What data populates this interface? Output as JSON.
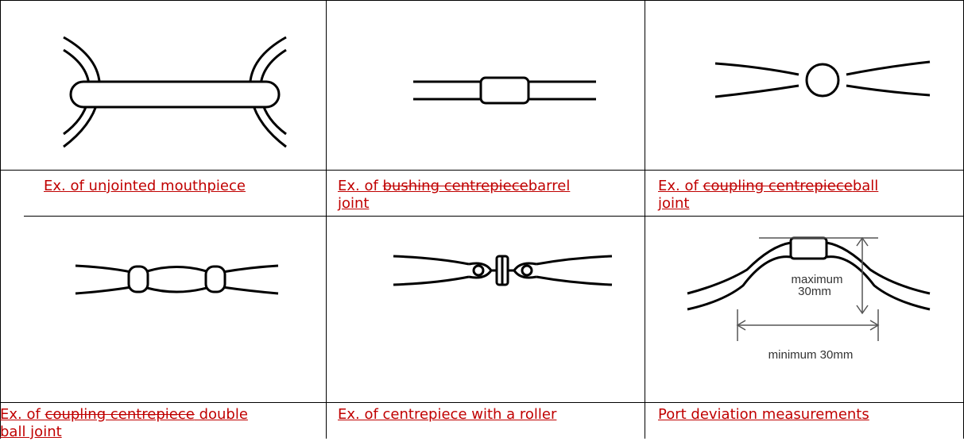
{
  "captions": {
    "unjointed": {
      "text": "Ex. of unjointed mouthpiece"
    },
    "barrel": {
      "prefix": "Ex. of ",
      "struck": "bushing centrepiece",
      "rest_line1": "barrel",
      "line2": "joint"
    },
    "ball": {
      "prefix": "Ex. of ",
      "struck": "coupling centrepiece",
      "rest_line1": "ball",
      "line2": "joint"
    },
    "double_ball": {
      "prefix": "Ex. of ",
      "struck": "coupling centrepiece",
      "rest_line1": " double",
      "line2": "ball joint"
    },
    "roller": {
      "text": "Ex. of centrepiece with a roller"
    },
    "port": {
      "text": "Port deviation measurements"
    }
  },
  "port_diagram": {
    "max_label_line1": "maximum",
    "max_label_line2": "30mm",
    "min_label": "minimum 30mm"
  },
  "colors": {
    "caption": "#c00000",
    "lines": "#000000"
  }
}
